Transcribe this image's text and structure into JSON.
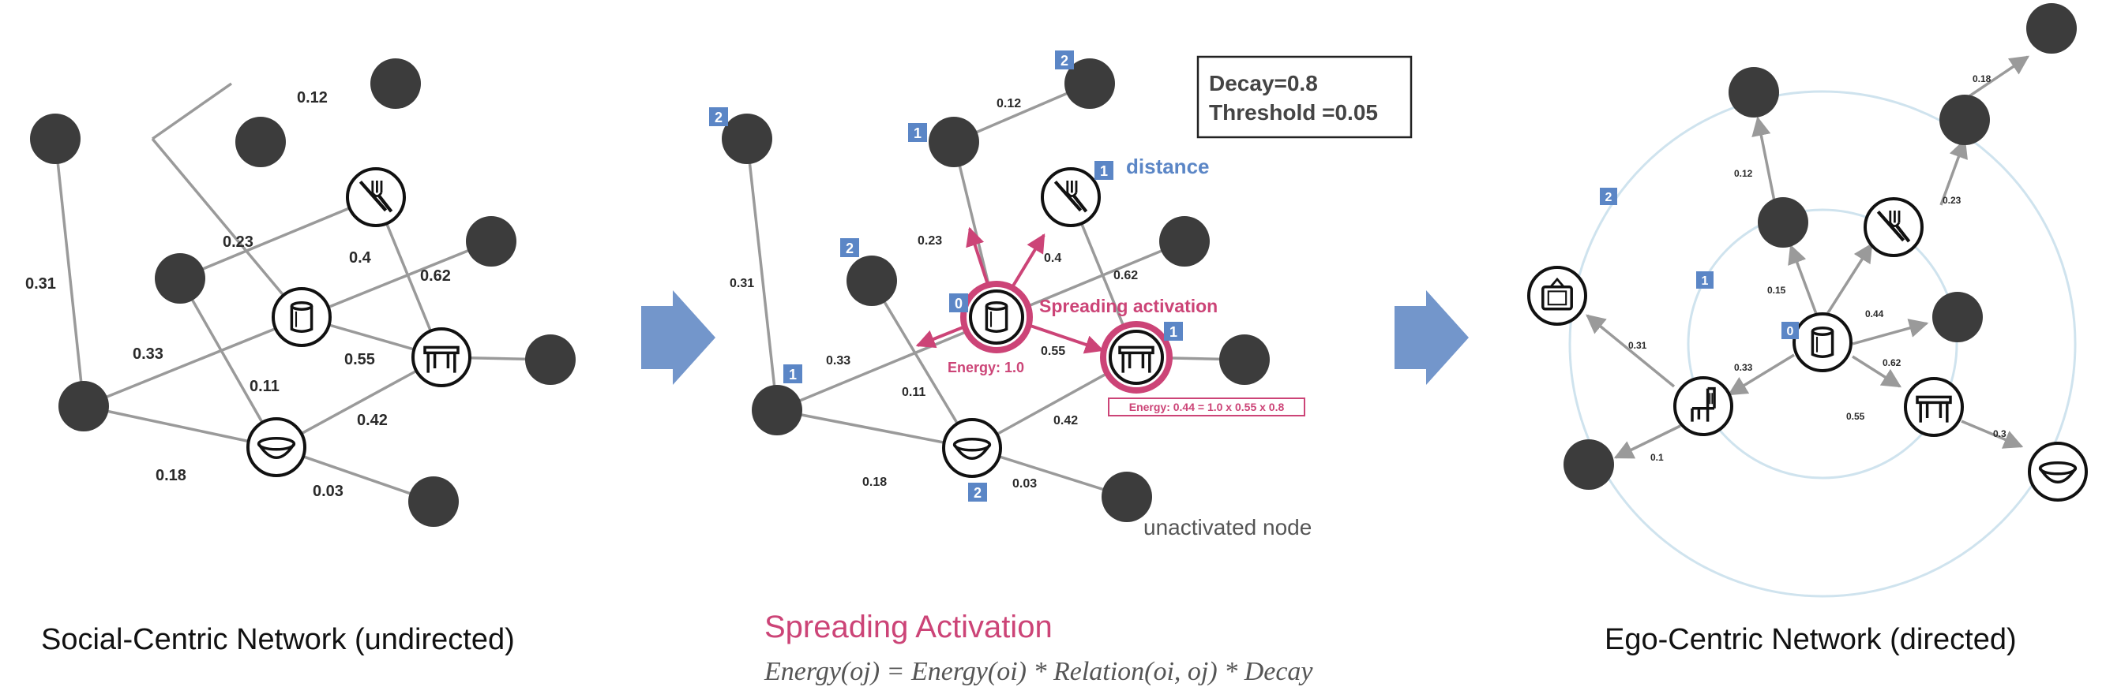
{
  "colors": {
    "node": "#3c3c3c",
    "edge": "#9a9a9a",
    "label": "#2a2a2a",
    "activation": "#cc4477",
    "badge": "#5b86c6",
    "arrow": "#7396cb",
    "ring": "#cfe3ee",
    "formula": "#555555",
    "caption_title": "#cc4477"
  },
  "panel1": {
    "caption": "Social-Centric Network (undirected)",
    "edge_labels": [
      "0.12",
      "0.31",
      "0.23",
      "0.4",
      "0.62",
      "0.33",
      "0.55",
      "0.11",
      "0.42",
      "0.18",
      "0.03"
    ]
  },
  "panel2": {
    "caption_title": "Spreading Activation",
    "formula": "Energy(oj) = Energy(oi) * Relation(oi, oj) * Decay",
    "params": {
      "decay": "Decay=0.8",
      "threshold": "Threshold =0.05"
    },
    "edge_labels": [
      "0.12",
      "0.31",
      "0.23",
      "0.4",
      "0.62",
      "0.33",
      "0.55",
      "0.11",
      "0.42",
      "0.18",
      "0.03"
    ],
    "distance_label": "distance",
    "spreading_label": "Spreading activation",
    "energy_source": "Energy: 1.0",
    "energy_target": "Energy: 0.44 = 1.0 x 0.55 x 0.8",
    "unactivated_label": "unactivated node",
    "badges": [
      "2",
      "1",
      "2",
      "1",
      "2",
      "0",
      "1",
      "1",
      "2"
    ]
  },
  "panel3": {
    "caption": "Ego-Centric Network (directed)",
    "edge_labels": [
      "0.18",
      "0.12",
      "0.23",
      "0.15",
      "0.44",
      "0.31",
      "0.33",
      "0.62",
      "0.55",
      "0.3",
      "0.1"
    ],
    "badges": [
      "2",
      "1",
      "0"
    ]
  }
}
